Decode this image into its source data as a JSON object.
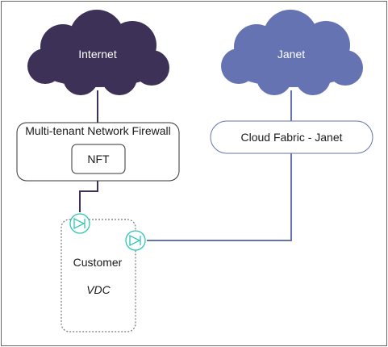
{
  "colors": {
    "frame": "#666666",
    "internet_cloud": "#3d3158",
    "janet_cloud": "#6573b2",
    "internet_link": "#3d3158",
    "janet_link": "#6573b2",
    "box_border": "#333333",
    "vdc_border": "#777777",
    "interface_icon": "#2fc7b3"
  },
  "clouds": {
    "internet": {
      "label": "Internet",
      "icon": "cloud-icon"
    },
    "janet": {
      "label": "Janet",
      "icon": "cloud-icon"
    }
  },
  "firewall": {
    "title": "Multi-tenant Network Firewall",
    "nft_label": "NFT"
  },
  "cloud_fabric": {
    "label": "Cloud Fabric - Janet"
  },
  "vdc": {
    "customer_label": "Customer",
    "vdc_label": "VDC",
    "interface_icons": [
      "interface-icon",
      "interface-icon"
    ]
  }
}
